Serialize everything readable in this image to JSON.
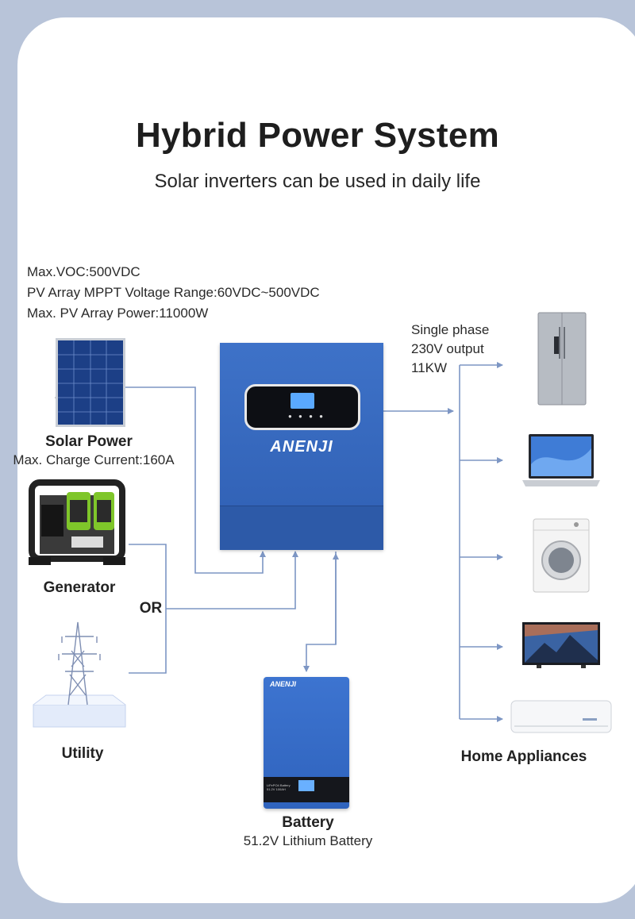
{
  "header": {
    "title": "Hybrid Power System",
    "subtitle": "Solar inverters can be used in daily life"
  },
  "specs": [
    "Max.VOC:500VDC",
    "PV Array MPPT Voltage Range:60VDC~500VDC",
    "Max. PV Array Power:11000W"
  ],
  "solar": {
    "label": "Solar Power",
    "detail": "Max. Charge Current:160A"
  },
  "generator": {
    "label": "Generator"
  },
  "or_label": "OR",
  "utility": {
    "label": "Utility"
  },
  "inverter": {
    "brand": "ANENJI"
  },
  "output": {
    "line1": "Single phase",
    "line2": "230V output",
    "line3": "11KW"
  },
  "battery": {
    "brand": "ANENJI",
    "label": "Battery",
    "detail": "51.2V Lithium Battery",
    "panel_text": "LiFePO4 Battery 51.2V 100AH"
  },
  "appliances": {
    "label": "Home Appliances",
    "items": [
      "refrigerator",
      "laptop",
      "washing-machine",
      "television",
      "air-conditioner"
    ]
  },
  "colors": {
    "background": "#b8c4d9",
    "wire": "#7d96c4",
    "inverter_blue": "#3566bd",
    "battery_blue": "#3469c4"
  }
}
